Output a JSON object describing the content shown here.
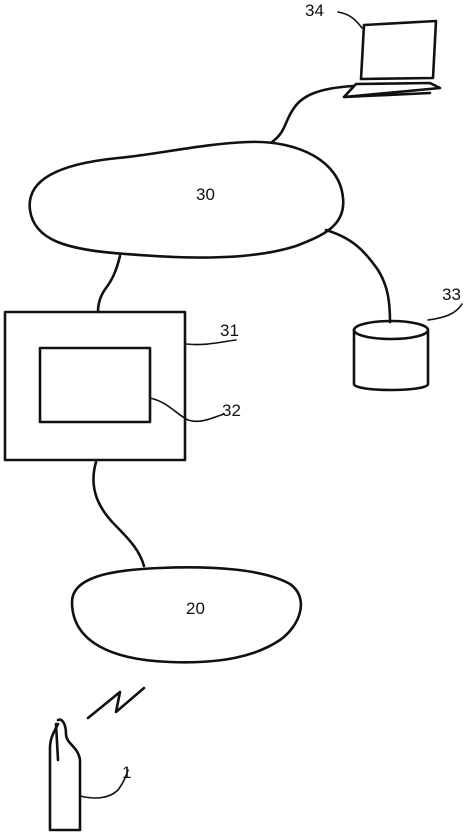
{
  "figure": {
    "labels": {
      "network_30": "30",
      "network_20": "20",
      "server_31": "31",
      "display_32": "32",
      "database_33": "33",
      "terminal_34": "34",
      "mobile_1": "1"
    }
  }
}
